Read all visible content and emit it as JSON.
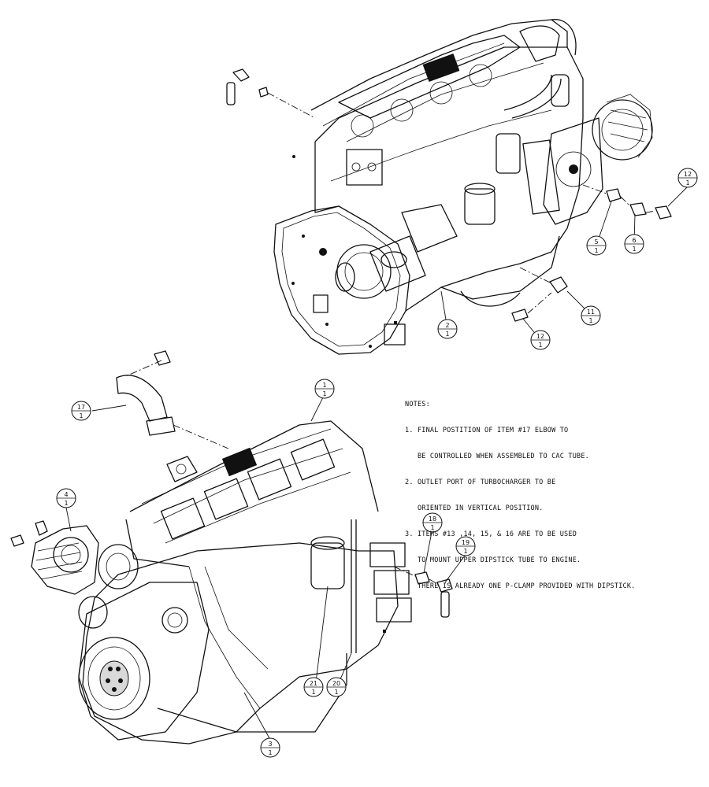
{
  "notes": {
    "heading": "NOTES:",
    "lines": [
      "1. FINAL POSTITION OF ITEM #17 ELBOW TO",
      "   BE CONTROLLED WHEN ASSEMBLED TO CAC TUBE.",
      "2. OUTLET PORT OF TURBOCHARGER TO BE",
      "   ORIENTED IN VERTICAL POSITION.",
      "3. ITEMS #13 ,14, 15, & 16 ARE TO BE USED",
      "   TO MOUNT UPPER DIPSTICK TUBE TO ENGINE.",
      "   THERE IS ALREADY ONE P-CLAMP PROVIDED WITH DIPSTICK."
    ]
  },
  "callouts": [
    {
      "id": "c12a",
      "item": "12",
      "qty": "1"
    },
    {
      "id": "c5",
      "item": "5",
      "qty": "1"
    },
    {
      "id": "c6",
      "item": "6",
      "qty": "1"
    },
    {
      "id": "c11",
      "item": "11",
      "qty": "1"
    },
    {
      "id": "c12b",
      "item": "12",
      "qty": "1"
    },
    {
      "id": "c2",
      "item": "2",
      "qty": "1"
    },
    {
      "id": "c1",
      "item": "1",
      "qty": "1"
    },
    {
      "id": "c17",
      "item": "17",
      "qty": "1"
    },
    {
      "id": "c4",
      "item": "4",
      "qty": "1"
    },
    {
      "id": "c18",
      "item": "18",
      "qty": "1"
    },
    {
      "id": "c19",
      "item": "19",
      "qty": "1"
    },
    {
      "id": "c21",
      "item": "21",
      "qty": "1"
    },
    {
      "id": "c20",
      "item": "20",
      "qty": "1"
    },
    {
      "id": "c3",
      "item": "3",
      "qty": "1"
    }
  ]
}
